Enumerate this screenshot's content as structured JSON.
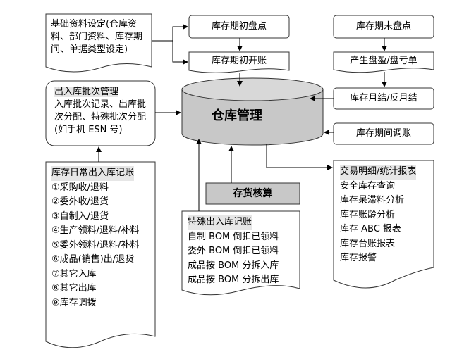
{
  "basic_setup": "基础资料设定(仓库资料、部门资料、库存期间、单据类型设定)",
  "opening_count": "库存期初盘点",
  "opening_account": "库存期初开账",
  "closing_count": "库存期末盘点",
  "gain_loss": "产生盘盈/盘亏单",
  "month_close": "库存月结/反月结",
  "period_adjust": "库存期间调账",
  "batch": {
    "title": "出入库批次管理",
    "body": "入库批次记录、出库批次分配、特殊批次分配(如手机 ESN 号)"
  },
  "center": "仓库管理",
  "costing": "存货核算",
  "daily": {
    "title": "库存日常出入库记账",
    "items": [
      "①采购收/退料",
      "②委外收/退货",
      "③自制入/退货",
      "④生产领料/退料/补料",
      "⑤委外领料/退料/补料",
      "⑥成品(销售)出/退货",
      "⑦其它入库",
      "⑧其它出库",
      "⑨库存调拨"
    ]
  },
  "special": {
    "title": "特殊出入库记账",
    "items": [
      "自制 BOM 倒扣已领料",
      "委外 BOM 倒扣已领料",
      "成品按 BOM 分拆入库",
      "成品按 BOM 分拆出库"
    ]
  },
  "reports": {
    "title": "交易明细/统计报表",
    "items": [
      "安全库存查询",
      "库存呆滞料分析",
      "库存账龄分析",
      "库存 ABC 报表",
      "库存台账报表",
      "库存报警"
    ]
  }
}
